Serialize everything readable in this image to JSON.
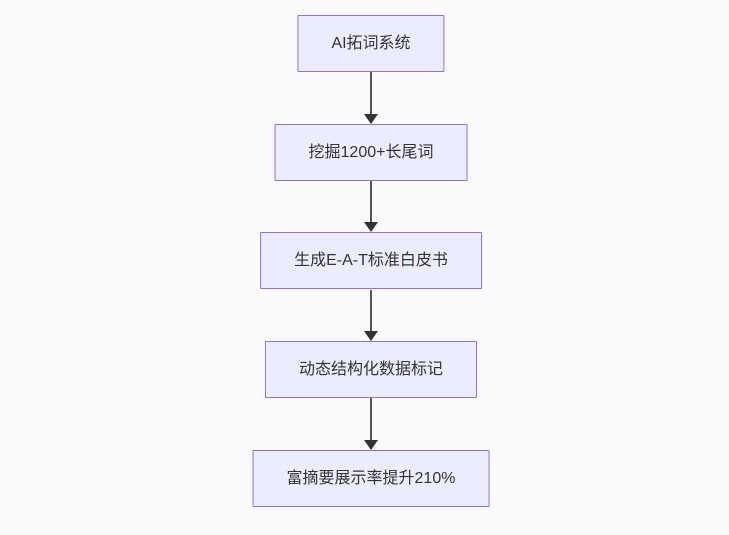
{
  "diagram": {
    "type": "flowchart",
    "direction": "top-down",
    "nodes": [
      {
        "id": "n0",
        "label": "AI拓词系统"
      },
      {
        "id": "n1",
        "label": "挖掘1200+长尾词"
      },
      {
        "id": "n2",
        "label": "生成E-A-T标准白皮书"
      },
      {
        "id": "n3",
        "label": "动态结构化数据标记"
      },
      {
        "id": "n4",
        "label": "富摘要展示率提升210%"
      }
    ],
    "edges": [
      {
        "from": "n0",
        "to": "n1"
      },
      {
        "from": "n1",
        "to": "n2"
      },
      {
        "from": "n2",
        "to": "n3"
      },
      {
        "from": "n3",
        "to": "n4"
      }
    ],
    "colors": {
      "node_fill": "#ECECFF",
      "node_border": "#9370DB",
      "node_text": "#333333",
      "edge_line": "#555555",
      "edge_arrowhead": "#333333",
      "background": "#fafafa"
    }
  }
}
